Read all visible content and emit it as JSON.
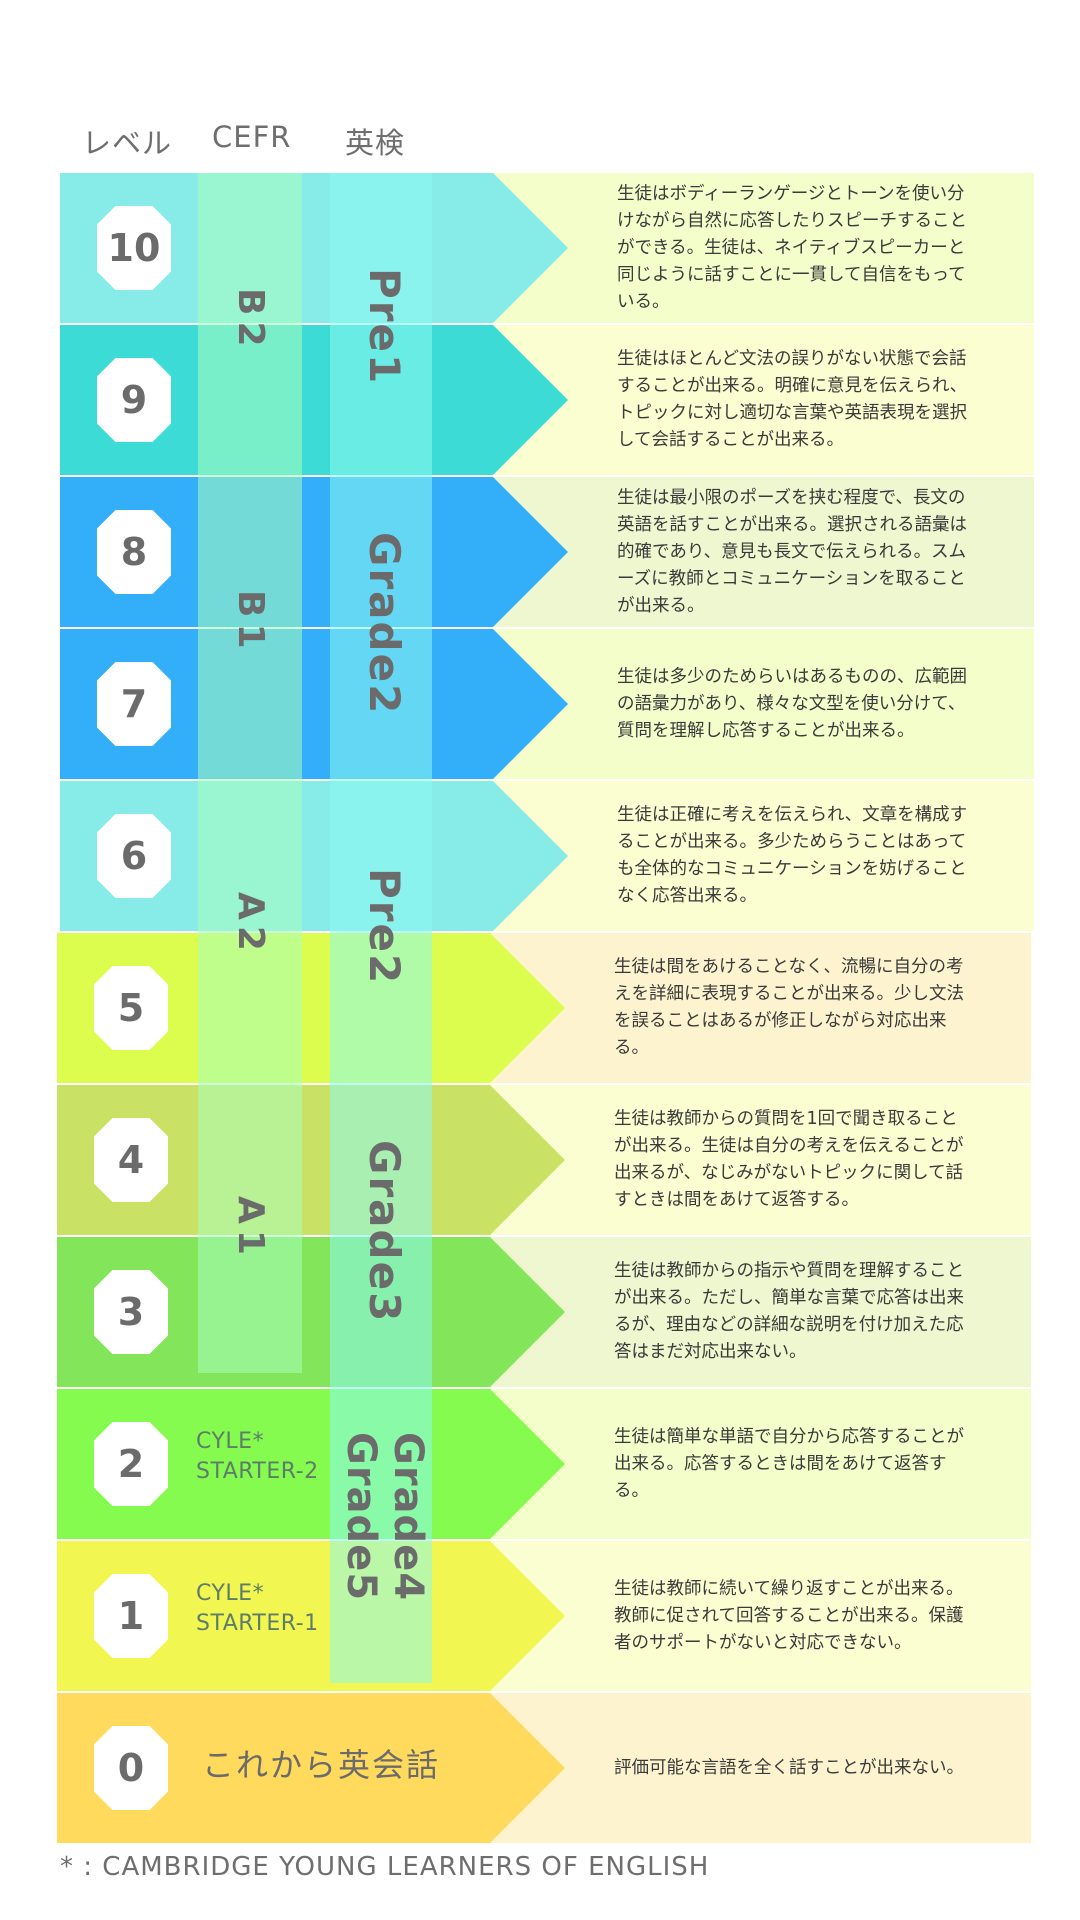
{
  "headers": {
    "level": "レベル",
    "cefr": "CEFR",
    "eiken": "英検"
  },
  "rows": [
    {
      "level": "10",
      "band_color": "#87ece8",
      "desc_color": "#f4fecb",
      "desc": "生徒はボディーランゲージとトーンを使い分けながら自然に応答したりスピーチすることができる。生徒は、ネイティブスピーカーと同じように話すことに一貫して自信をもっている。"
    },
    {
      "level": "9",
      "band_color": "#3ddbd6",
      "desc_color": "#fafed0",
      "desc": "生徒はほとんど文法の誤りがない状態で会話することが出来る。明確に意見を伝えられ、トピックに対し適切な言葉や英語表現を選択して会話することが出来る。"
    },
    {
      "level": "8",
      "band_color": "#33aef8",
      "desc_color": "#eef7cf",
      "desc": "生徒は最小限のポーズを挟む程度で、長文の英語を話すことが出来る。選択される語彙は的確であり、意見も長文で伝えられる。スムーズに教師とコミュニケーションを取ることが出来る。"
    },
    {
      "level": "7",
      "band_color": "#33aef8",
      "desc_color": "#f4fecb",
      "desc": "生徒は多少のためらいはあるものの、広範囲の語彙力があり、様々な文型を使い分けて、質問を理解し応答することが出来る。"
    },
    {
      "level": "6",
      "band_color": "#87ece8",
      "desc_color": "#fafed0",
      "desc": "生徒は正確に考えを伝えられ、文章を構成することが出来る。多少ためらうことはあっても全体的なコミュニケーションを妨げることなく応答出来る。"
    },
    {
      "level": "5",
      "band_color": "#dcfd4e",
      "desc_color": "#fdf4cf",
      "desc": "生徒は間をあけることなく、流暢に自分の考えを詳細に表現することが出来る。少し文法を誤ることはあるが修正しながら対応出来る。"
    },
    {
      "level": "4",
      "band_color": "#c9e265",
      "desc_color": "#fafed0",
      "desc": "生徒は教師からの質問を1回で聞き取ることが出来る。生徒は自分の考えを伝えることが出来るが、なじみがないトピックに関して話すときは間をあけて返答する。"
    },
    {
      "level": "3",
      "band_color": "#82e55a",
      "desc_color": "#eef7cf",
      "desc": "生徒は教師からの指示や質問を理解することが出来る。ただし、簡単な言葉で応答は出来るが、理由などの詳細な説明を付け加えた応答はまだ対応出来ない。"
    },
    {
      "level": "2",
      "band_color": "#85fb4f",
      "desc_color": "#f4fecb",
      "desc": "生徒は簡単な単語で自分から応答することが出来る。応答するときは間をあけて返答する。"
    },
    {
      "level": "1",
      "band_color": "#f2f650",
      "desc_color": "#fafed0",
      "desc": "生徒は教師に続いて繰り返すことが出来る。教師に促されて回答することが出来る。保護者のサポートがないと対応できない。"
    },
    {
      "level": "0",
      "band_color": "#ffda5c",
      "desc_color": "#fdf4cf",
      "desc": "評価可能な言語を全く話すことが出来ない。"
    }
  ],
  "cefr": [
    "B2",
    "B1",
    "A2",
    "A1"
  ],
  "eiken": [
    "Pre1",
    "Grade2",
    "Pre2",
    "Grade3",
    "Grade4",
    "Grade5"
  ],
  "cyle": {
    "level2": {
      "line1": "CYLE*",
      "line2": "STARTER-2"
    },
    "level1": {
      "line1": "CYLE*",
      "line2": "STARTER-1"
    }
  },
  "start_label": "これから英会話",
  "footnote": "* : CAMBRIDGE YOUNG LEARNERS OF ENGLISH"
}
